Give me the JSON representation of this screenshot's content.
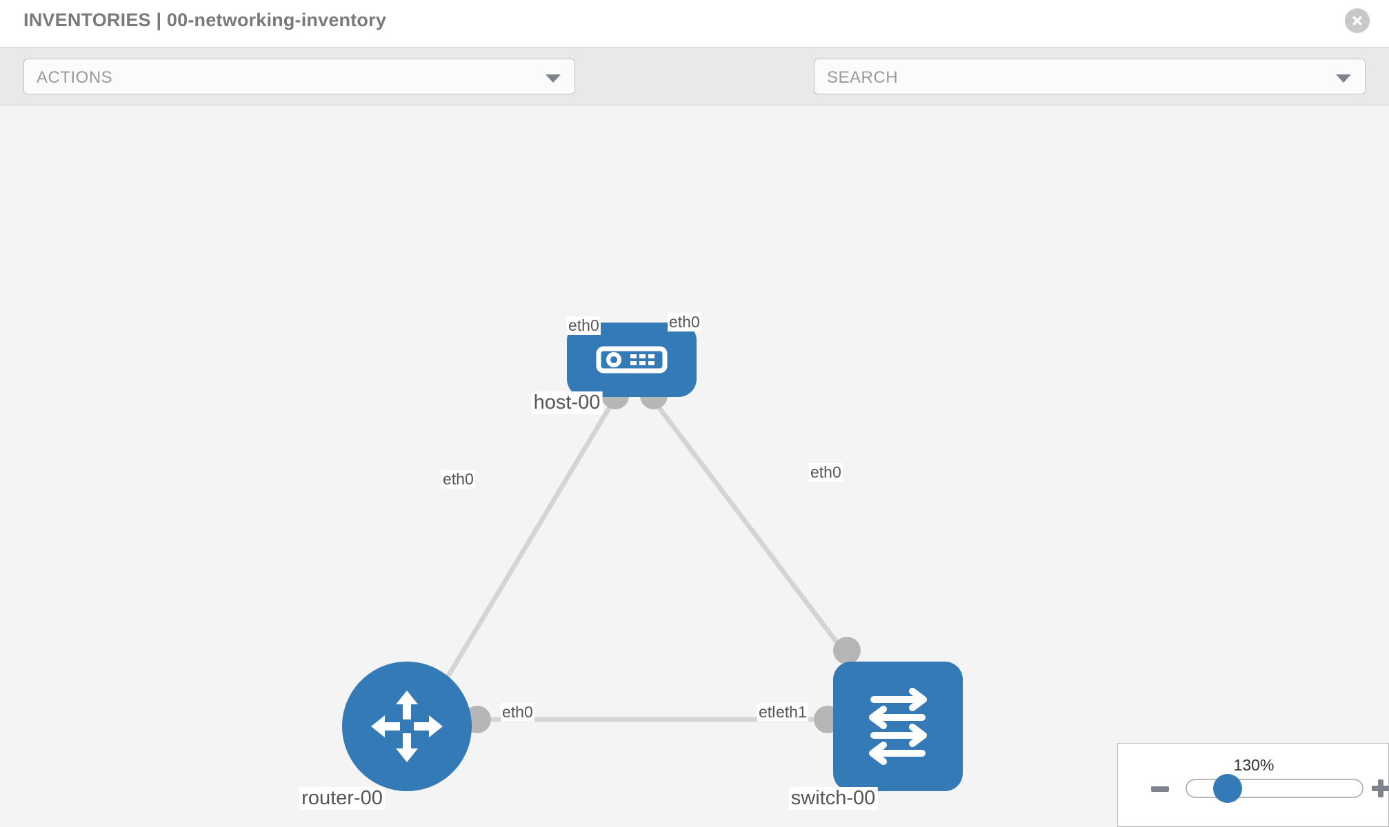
{
  "header": {
    "title": "INVENTORIES | 00-networking-inventory",
    "close_icon": "close-circle-icon"
  },
  "toolbar": {
    "actions": {
      "label": "ACTIONS",
      "caret_icon": "chevron-down-icon"
    },
    "wrench_icon": "wrench-icon",
    "key_icon": "key-icon",
    "search": {
      "placeholder": "SEARCH",
      "value": "SEARCH",
      "caret_icon": "chevron-down-icon"
    }
  },
  "topology": {
    "nodes": [
      {
        "id": "host-00",
        "label": "host-00",
        "type": "host",
        "icon": "server-icon"
      },
      {
        "id": "router-00",
        "label": "router-00",
        "type": "router",
        "icon": "router-arrows-icon"
      },
      {
        "id": "switch-00",
        "label": "switch-00",
        "type": "switch",
        "icon": "switch-arrows-icon"
      }
    ],
    "interface_labels": {
      "host_left": "eth0",
      "host_right": "eth0",
      "router_up": "eth0",
      "router_right": "eth0",
      "switch_up": "eth0",
      "switch_left_under": "eth0",
      "switch_left_over": "eth1"
    },
    "links": [
      {
        "from": "host-00",
        "from_iface": "eth0",
        "to": "router-00",
        "to_iface": "eth0"
      },
      {
        "from": "host-00",
        "from_iface": "eth0",
        "to": "switch-00",
        "to_iface": "eth0"
      },
      {
        "from": "router-00",
        "from_iface": "eth0",
        "to": "switch-00",
        "to_iface": "eth1"
      }
    ],
    "colors": {
      "node_blue": "#337ab7",
      "edge_gray": "#d4d4d4",
      "connector_gray": "#b6b6b6",
      "canvas_bg": "#f4f4f4"
    }
  },
  "zoom_control": {
    "value": "130%",
    "minus_label": "minus-icon",
    "plus_label": "plus-icon"
  }
}
